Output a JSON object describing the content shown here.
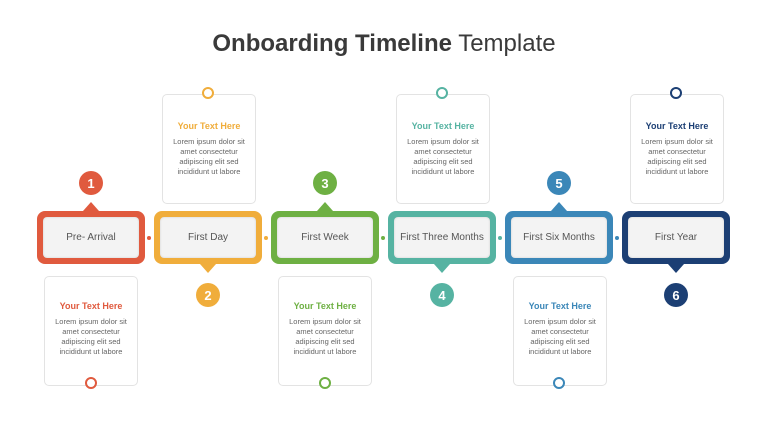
{
  "title": {
    "bold": "Onboarding Timeline",
    "light": "Template"
  },
  "stages": [
    {
      "label": "Pre- Arrival",
      "number": "1",
      "color": "#e05a3e"
    },
    {
      "label": "First Day",
      "number": "2",
      "color": "#f0ad3b"
    },
    {
      "label": "First Week",
      "number": "3",
      "color": "#6eb043"
    },
    {
      "label": "First Three Months",
      "number": "4",
      "color": "#56b3a2"
    },
    {
      "label": "First Six Months",
      "number": "5",
      "color": "#3b87b8"
    },
    {
      "label": "First Year",
      "number": "6",
      "color": "#1c3f74"
    }
  ],
  "cards": [
    {
      "heading": "Your Text Here",
      "body": "Lorem ipsum dolor sit amet consectetur adipiscing elit sed incididunt ut labore",
      "color": "#e05a3e"
    },
    {
      "heading": "Your Text Here",
      "body": "Lorem ipsum dolor sit amet consectetur adipiscing elit sed incididunt ut labore",
      "color": "#f0ad3b"
    },
    {
      "heading": "Your Text Here",
      "body": "Lorem ipsum dolor sit amet consectetur adipiscing elit sed incididunt ut labore",
      "color": "#6eb043"
    },
    {
      "heading": "Your Text Here",
      "body": "Lorem ipsum dolor sit amet consectetur adipiscing elit sed incididunt ut labore",
      "color": "#56b3a2"
    },
    {
      "heading": "Your Text Here",
      "body": "Lorem ipsum dolor sit amet consectetur adipiscing elit sed incididunt ut labore",
      "color": "#3b87b8"
    },
    {
      "heading": "Your Text Here",
      "body": "Lorem ipsum dolor sit amet consectetur adipiscing elit sed incididunt ut labore",
      "color": "#1c3f74"
    }
  ]
}
